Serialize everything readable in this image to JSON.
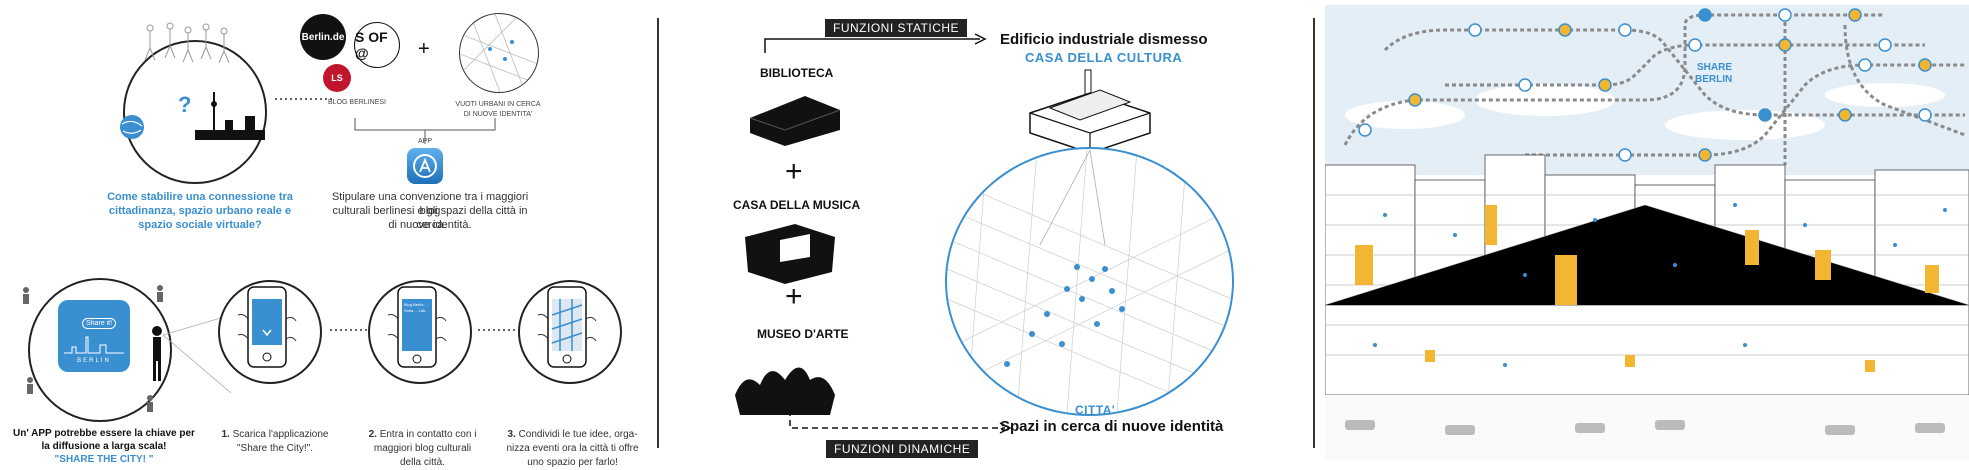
{
  "panel1": {
    "question_mark": "?",
    "logo_berlin": "Berlin.de",
    "logo_sofa": "S OF @",
    "logo_lb": "LS",
    "plus": "+",
    "blog_caption": "BLOG BERLINESI",
    "voids_caption_line1": "VUOTI URBANI IN CERCA",
    "voids_caption_line2": "DI NUOVE IDENTITA'",
    "app_caption": "APP",
    "question_line1": "Come stabilire una connessione tra",
    "question_line2": "cittadinanza, spazio urbano reale e",
    "question_line3": "spazio sociale virtuale?",
    "answer_line1": "Stipulare una convenzione tra i maggiori blog",
    "answer_line2": "culturali berlinesi e gli spazi della città in cerca",
    "answer_line3": "di nuove identità.",
    "app_icon_bubble": "Share it!",
    "app_icon_label": "BERLIN",
    "claim_line1": "Un' APP potrebbe essere la chiave per",
    "claim_line2": "la diffusione a larga scala!",
    "claim_line3": "\"SHARE THE CITY! \"",
    "screen2_text": "Blog Berlin: ... Sofia ... Ldk.",
    "step1_num": "1.",
    "step1_line1": "Scarica l'applicazione",
    "step1_line2": "\"Share the City!\".",
    "step2_num": "2.",
    "step2_line1": "Entra in contatto con i",
    "step2_line2": "maggiori blog culturali",
    "step2_line3": "della città.",
    "step3_num": "3.",
    "step3_line1": "Condividi le tue idee, orga-",
    "step3_line2": "nizza eventi ora la città ti offre",
    "step3_line3": "uno spazio per farlo!"
  },
  "panel2": {
    "static_functions": "FUNZIONI STATICHE",
    "dynamic_functions": "FUNZIONI DINAMICHE",
    "library": "BIBLIOTECA",
    "music_house": "CASA DELLA MUSICA",
    "art_museum": "MUSEO D'ARTE",
    "plus": "+",
    "building_title": "Edificio industriale dismesso",
    "culture_house": "CASA DELLA CULTURA",
    "city": "CITTA'",
    "spaces_title": "Spazi in cerca di nuove identità"
  },
  "panel3": {
    "share_line1": "SHARE",
    "share_line2": "BERLIN"
  },
  "colors": {
    "accent_blue": "#3a8fd0",
    "accent_yellow": "#f2b632",
    "ink": "#222222"
  }
}
